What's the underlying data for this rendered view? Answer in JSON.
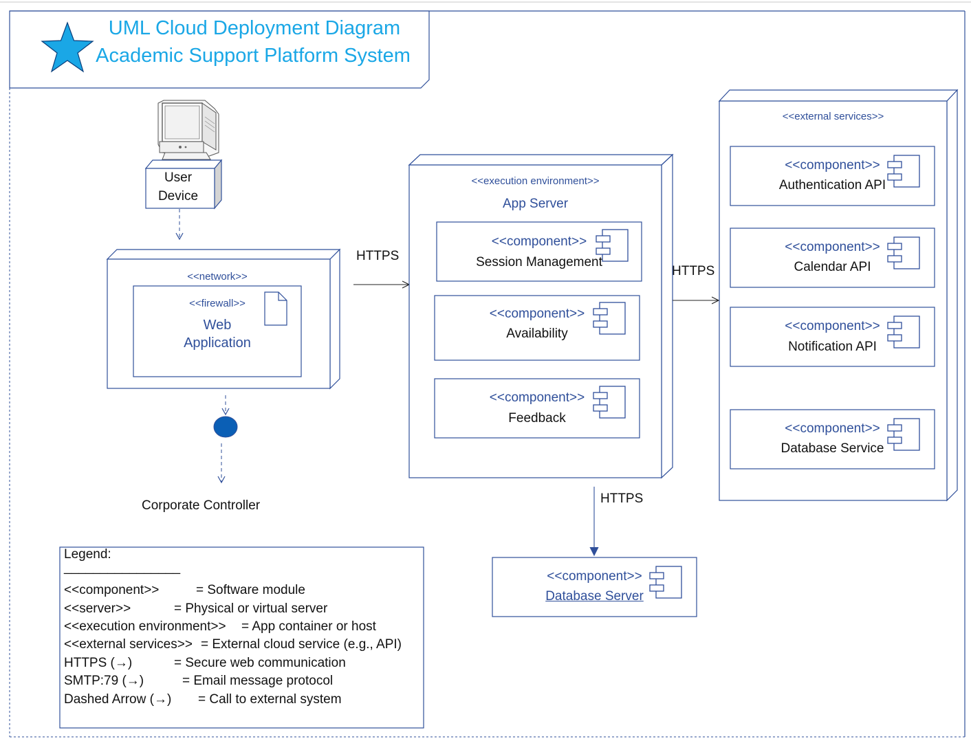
{
  "title": {
    "line1": "UML Cloud Deployment Diagram",
    "line2": "Academic Support Platform System"
  },
  "user_device": {
    "line1": "User",
    "line2": "Device"
  },
  "network_node": {
    "stereotype": "<<network>>",
    "firewall": {
      "stereotype": "<<firewall>>",
      "line1": "Web",
      "line2": "Application"
    }
  },
  "corporate_controller": "Corporate Controller",
  "connectors": {
    "https_1": "HTTPS",
    "https_2": "HTTPS",
    "https_3": "HTTPS"
  },
  "app_server": {
    "stereotype": "<<execution environment>>",
    "name": "App Server",
    "components": [
      {
        "stereotype": "<<component>>",
        "name": "Session Management"
      },
      {
        "stereotype": "<<component>>",
        "name": "Availability"
      },
      {
        "stereotype": "<<component>>",
        "name": "Feedback"
      }
    ]
  },
  "external_services": {
    "stereotype": "<<external services>>",
    "components": [
      {
        "stereotype": "<<component>>",
        "name": "Authentication API"
      },
      {
        "stereotype": "<<component>>",
        "name": "Calendar API"
      },
      {
        "stereotype": "<<component>>",
        "name": "Notification API"
      },
      {
        "stereotype": "<<component>>",
        "name": "Database Service"
      }
    ]
  },
  "database_server": {
    "stereotype": "<<component>>",
    "name": "Database Server"
  },
  "legend": {
    "title": "Legend:",
    "rule": "________________",
    "rows": [
      {
        "key": "<<component>>",
        "value": "= Software module"
      },
      {
        "key": "<<server>>",
        "value": "= Physical or virtual server"
      },
      {
        "key": "<<execution environment>>",
        "value": "= App container or host"
      },
      {
        "key": "<<external services>>",
        "value": "= External cloud service (e.g., API)"
      },
      {
        "key": "HTTPS (→)",
        "value": "= Secure web communication"
      },
      {
        "key": "SMTP:79 (→)",
        "value": "= Email message protocol"
      },
      {
        "key": "Dashed Arrow (→)",
        "value": "= Call to external system"
      }
    ]
  },
  "colors": {
    "stroke": "#2f4f9a",
    "title_text": "#1aa7e6",
    "star_fill": "#1aa7e6",
    "dot_fill": "#0b5fb5"
  }
}
